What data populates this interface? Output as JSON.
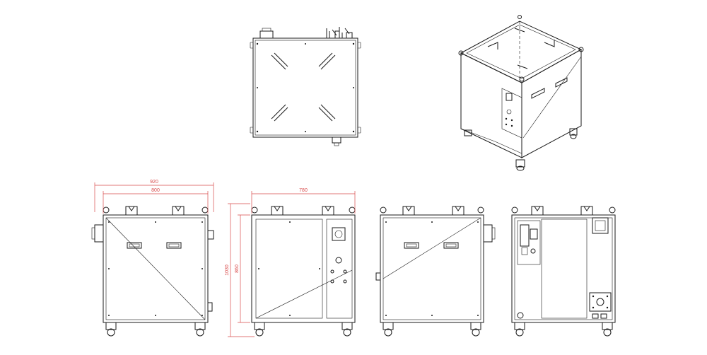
{
  "dimensions": {
    "overall_width": "920",
    "body_width": "800",
    "depth": "780",
    "overall_height": "1030",
    "body_height": "860"
  },
  "colors": {
    "line": "#1a1a1a",
    "dimension": "#d84a4a",
    "background": "#ffffff"
  }
}
